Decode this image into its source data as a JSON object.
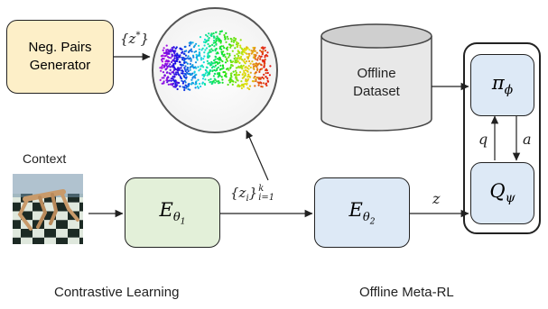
{
  "neg_pairs": {
    "line1": "Neg. Pairs",
    "line2": "Generator",
    "fill": "#fdefc8"
  },
  "neg_output": {
    "base": "{z",
    "sup": "*",
    "close": "}"
  },
  "context_label": "Context",
  "encoder1": {
    "symbol": "E",
    "sub": "θ",
    "subsub": "1",
    "fill": "#e3f0d9"
  },
  "encoder2": {
    "symbol": "E",
    "sub": "θ",
    "subsub": "2",
    "fill": "#dde9f6"
  },
  "latent_set": {
    "base": "{z",
    "sub": "i",
    "close": "}",
    "sup": "k",
    "range": "i=1"
  },
  "dataset": {
    "line1": "Offline",
    "line2": "Dataset",
    "fill": "#e8e8e8"
  },
  "z_label": "z",
  "policy": {
    "symbol": "π",
    "sub": "ϕ",
    "fill": "#dde9f6"
  },
  "qfunc": {
    "symbol": "Q",
    "sub": "ψ",
    "fill": "#dde9f6"
  },
  "q_label": "q",
  "a_label": "a",
  "captions": {
    "left": "Contrastive Learning",
    "right": "Offline Meta-RL"
  }
}
